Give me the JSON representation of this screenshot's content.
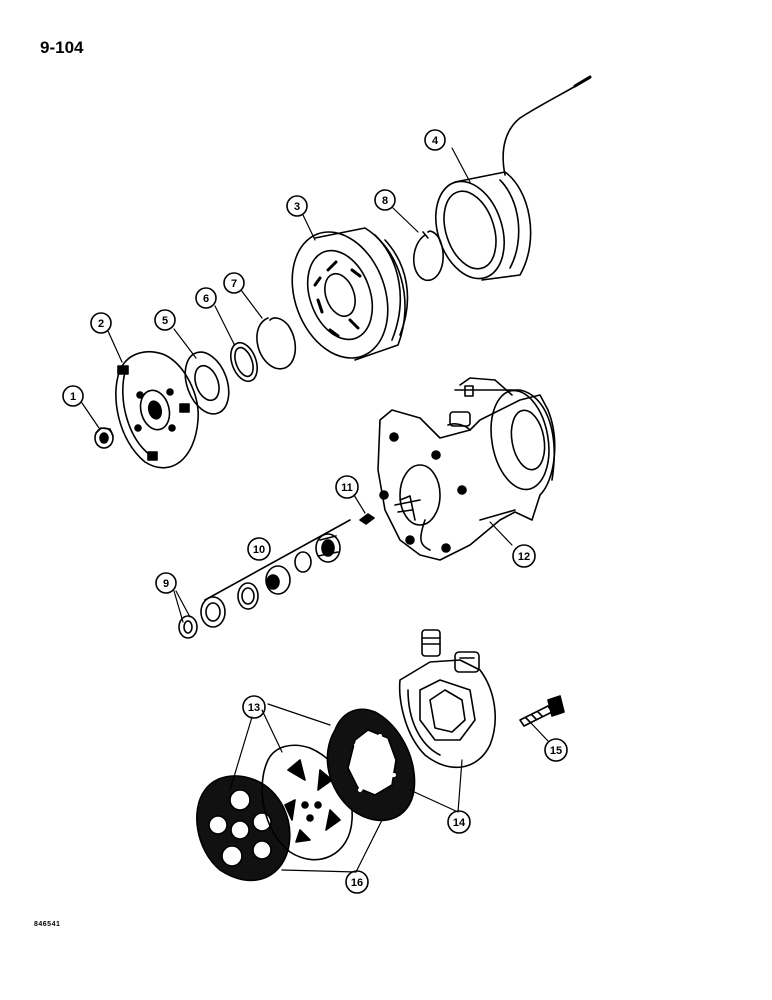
{
  "page_number": "9-104",
  "reference_code": "846541",
  "callouts": [
    {
      "id": "c1",
      "label": "1"
    },
    {
      "id": "c2",
      "label": "2"
    },
    {
      "id": "c3",
      "label": "3"
    },
    {
      "id": "c4",
      "label": "4"
    },
    {
      "id": "c5",
      "label": "5"
    },
    {
      "id": "c6",
      "label": "6"
    },
    {
      "id": "c7",
      "label": "7"
    },
    {
      "id": "c8",
      "label": "8"
    },
    {
      "id": "c9",
      "label": "9"
    },
    {
      "id": "c10",
      "label": "10"
    },
    {
      "id": "c11",
      "label": "11"
    },
    {
      "id": "c12",
      "label": "12"
    },
    {
      "id": "c13",
      "label": "13"
    },
    {
      "id": "c14",
      "label": "14"
    },
    {
      "id": "c15",
      "label": "15"
    },
    {
      "id": "c16",
      "label": "16"
    }
  ]
}
